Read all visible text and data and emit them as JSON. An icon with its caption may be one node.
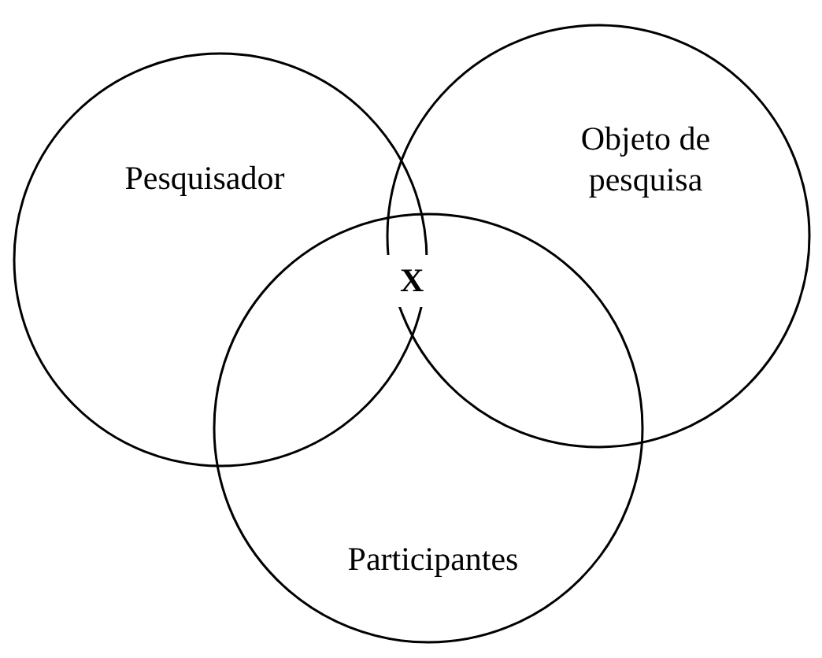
{
  "diagram": {
    "nodes": [
      {
        "text": [
          "Pesquisador"
        ]
      },
      {
        "text": [
          "Objeto de pesquisa"
        ]
      },
      {
        "text": [
          "Participantes"
        ]
      }
    ],
    "labels": [
      "X"
    ]
  }
}
